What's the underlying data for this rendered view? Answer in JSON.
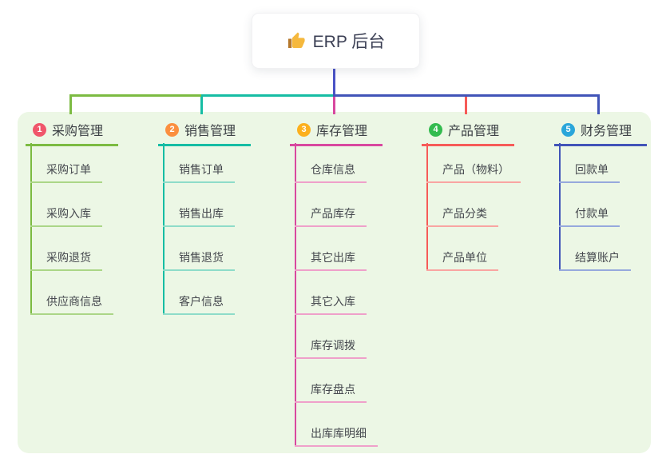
{
  "root": {
    "title": "ERP 后台",
    "icon": "thumbs-up-icon"
  },
  "branches": [
    {
      "num": "1",
      "label": "采购管理",
      "line_color": "#7cbb42",
      "child_line_color": "#abd687",
      "badge_color": "#f0566b",
      "children": [
        "采购订单",
        "采购入库",
        "采购退货",
        "供应商信息"
      ]
    },
    {
      "num": "2",
      "label": "销售管理",
      "line_color": "#16bda4",
      "child_line_color": "#8edcc9",
      "badge_color": "#fb8f3f",
      "children": [
        "销售订单",
        "销售出库",
        "销售退货",
        "客户信息"
      ]
    },
    {
      "num": "3",
      "label": "库存管理",
      "line_color": "#d8489f",
      "child_line_color": "#efa0ca",
      "badge_color": "#fcb01d",
      "children": [
        "仓库信息",
        "产品库存",
        "其它出库",
        "其它入库",
        "库存调拨",
        "库存盘点",
        "出库库明细"
      ]
    },
    {
      "num": "4",
      "label": "产品管理",
      "line_color": "#f65b58",
      "child_line_color": "#f9a5a2",
      "badge_color": "#33bb4f",
      "children": [
        "产品（物料）",
        "产品分类",
        "产品单位"
      ]
    },
    {
      "num": "5",
      "label": "财务管理",
      "line_color": "#4154b8",
      "child_line_color": "#96a9dd",
      "badge_color": "#2aa6da",
      "children": [
        "回款单",
        "付款单",
        "结算账户"
      ]
    }
  ],
  "colors": {
    "panel_bg": "#ecf7e5",
    "root_connector": "#4a53c6",
    "text": "#3c4045"
  }
}
